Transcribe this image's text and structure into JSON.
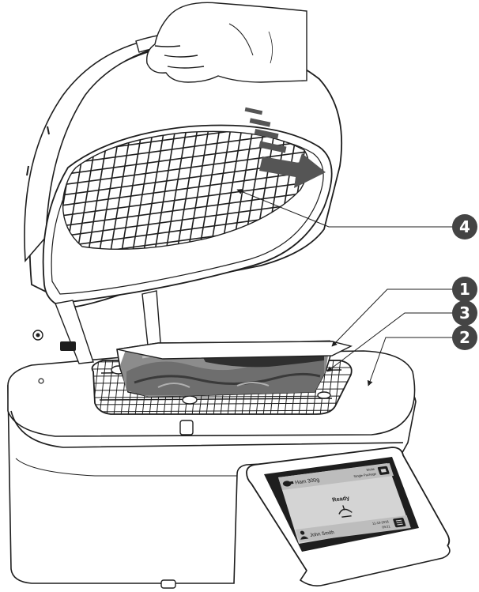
{
  "callouts": [
    {
      "id": "1",
      "label": "1"
    },
    {
      "id": "2",
      "label": "2"
    },
    {
      "id": "3",
      "label": "3"
    },
    {
      "id": "4",
      "label": "4"
    }
  ],
  "screen": {
    "product": "Ham 300g",
    "mode_line1": "Mode",
    "mode_line2": "Single Package",
    "status": "Ready",
    "user": "John Smith",
    "date": "11-10-2018",
    "time": "09:21"
  },
  "colors": {
    "outline": "#1e1e1e",
    "callout": "#444444",
    "screen_bg": "#d4d4d4",
    "screen_bar": "#bdbdbd"
  }
}
